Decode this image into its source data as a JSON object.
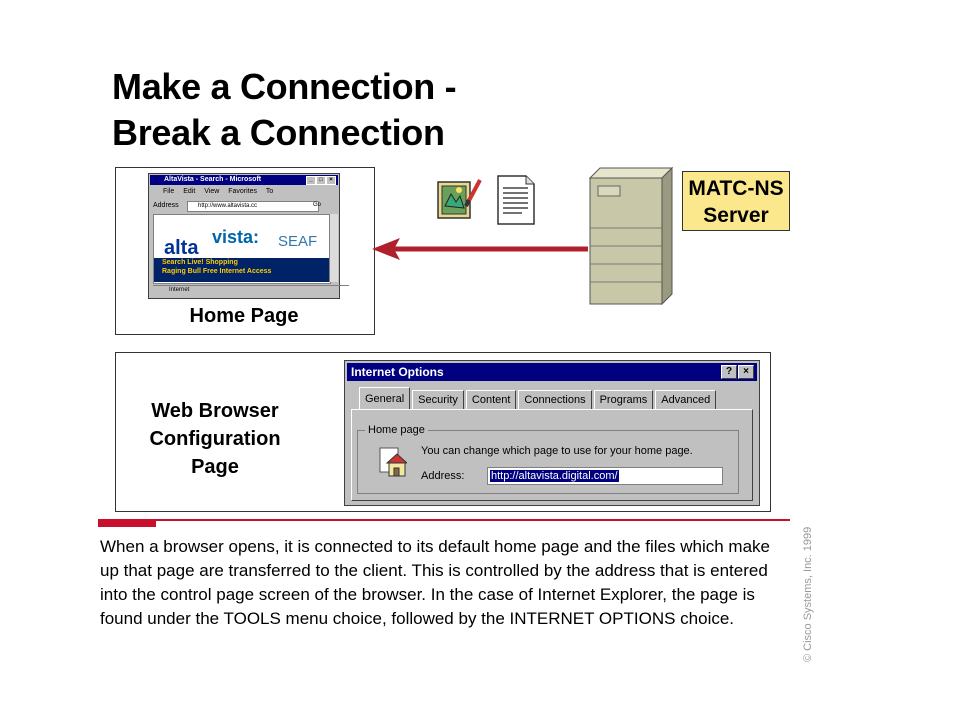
{
  "title_line1": "Make a Connection -",
  "title_line2": "Break a Connection",
  "home_page_label": "Home Page",
  "mini_browser": {
    "title": "AltaVista - Search - Microsoft",
    "menu": [
      "File",
      "Edit",
      "View",
      "Favorites",
      "To"
    ],
    "address_label": "Address",
    "address_value": "http://www.altavista.cc",
    "go": "Go",
    "logo_alta": "alta",
    "logo_vista": "vista:",
    "logo_sear": "SEAF",
    "nav_row1": "Search   Live!   Shopping",
    "nav_row2": "Raging Bull   Free Internet Access",
    "status": "Internet"
  },
  "server_label_line1": "MATC-NS",
  "server_label_line2": "Server",
  "config_label": [
    "Web Browser",
    "Configuration",
    "Page"
  ],
  "internet_options": {
    "title": "Internet Options",
    "tabs": [
      "General",
      "Security",
      "Content",
      "Connections",
      "Programs",
      "Advanced"
    ],
    "group_label": "Home page",
    "description": "You can change which page to use for your home page.",
    "address_label": "Address:",
    "address_value": "http://altavista.digital.com/"
  },
  "body_text": "When a browser opens, it is connected to its default home page and the files which make up that page are transferred to the client. This is controlled by the address that is entered into the control page screen of the browser. In the case of Internet Explorer, the page is found under the TOOLS menu choice, followed by the INTERNET OPTIONS choice.",
  "copyright": "© Cisco Systems, Inc. 1999",
  "colors": {
    "accent_red": "#c8102e",
    "server_label_bg": "#fce88c",
    "titlebar": "#000080",
    "arrow": "#b0202a"
  }
}
